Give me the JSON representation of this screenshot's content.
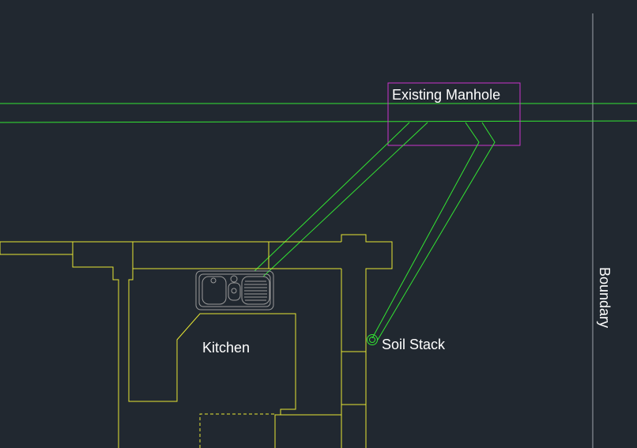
{
  "labels": {
    "manhole": "Existing Manhole",
    "kitchen": "Kitchen",
    "soil_stack": "Soil Stack",
    "boundary": "Boundary"
  },
  "colors": {
    "background": "#212830",
    "drainage": "#33e633",
    "walls": "#e6e633",
    "manhole_box": "#cc33cc",
    "boundary_line": "#8a8f96",
    "sink": "#9a9a9a",
    "text": "#ffffff"
  }
}
